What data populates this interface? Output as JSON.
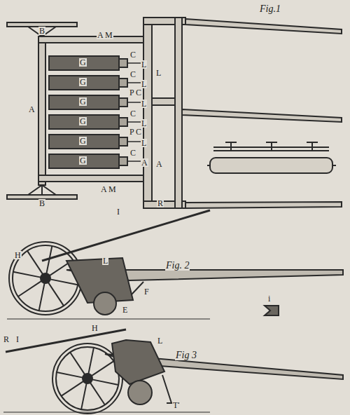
{
  "diagram": {
    "labels": [
      "Fig.1",
      "B",
      "A M",
      "A",
      "L",
      "G",
      "C",
      "L",
      "G",
      "C",
      "L",
      "G",
      "P",
      "C",
      "L",
      "G",
      "C",
      "L",
      "G",
      "P",
      "C",
      "L",
      "G",
      "C",
      "A",
      "A",
      "A M",
      "B",
      "I",
      "R",
      "H",
      "L",
      "Fig. 2",
      "E",
      "F",
      "i",
      "R",
      "I",
      "H",
      "L",
      "Fig 3",
      "T"
    ]
  }
}
